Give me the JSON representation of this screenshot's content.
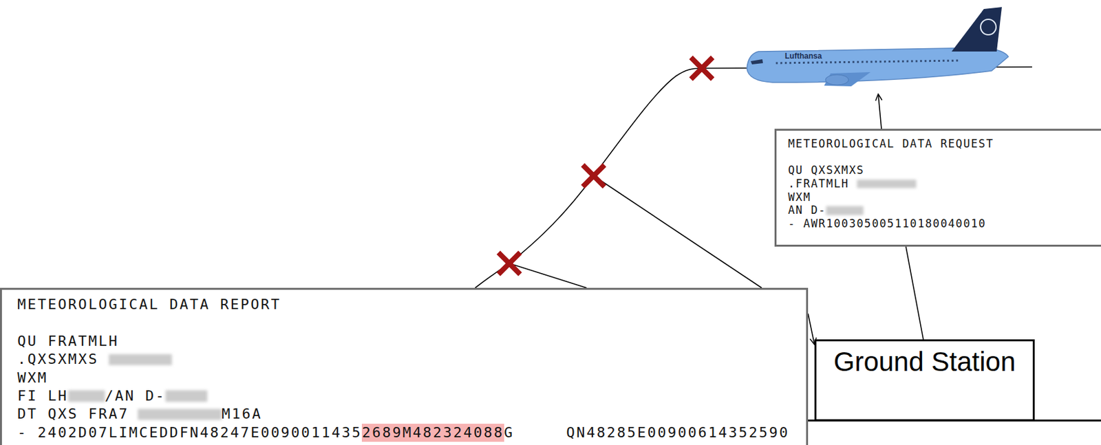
{
  "diagram": {
    "nodes": [
      {
        "text": [
          "METEOROLOGICAL DATA REQUEST",
          "QU QXSXMXS",
          ".FRATMLH",
          "WXM",
          "AN D-",
          "- AWR100305005110180040010"
        ]
      },
      {
        "text": [
          "METEOROLOGICAL DATA REPORT",
          "QU FRATMLH",
          ".QXSXMXS",
          "WXM",
          "FI LH",
          "/AN D-",
          "DT QXS FRA7",
          "M16A",
          "- 2402D07LIMCEDDFN48247E0090011435",
          "2689M482324088",
          "G",
          "QN48285E00900614352590"
        ]
      },
      {
        "text": [
          "Ground Station"
        ]
      }
    ],
    "edges": [
      {
        "from": 2,
        "to": 0,
        "arrow": "none"
      },
      {
        "from": 1,
        "to": 2,
        "arrow": "to"
      }
    ],
    "labels": [
      "Lufthansa"
    ]
  }
}
